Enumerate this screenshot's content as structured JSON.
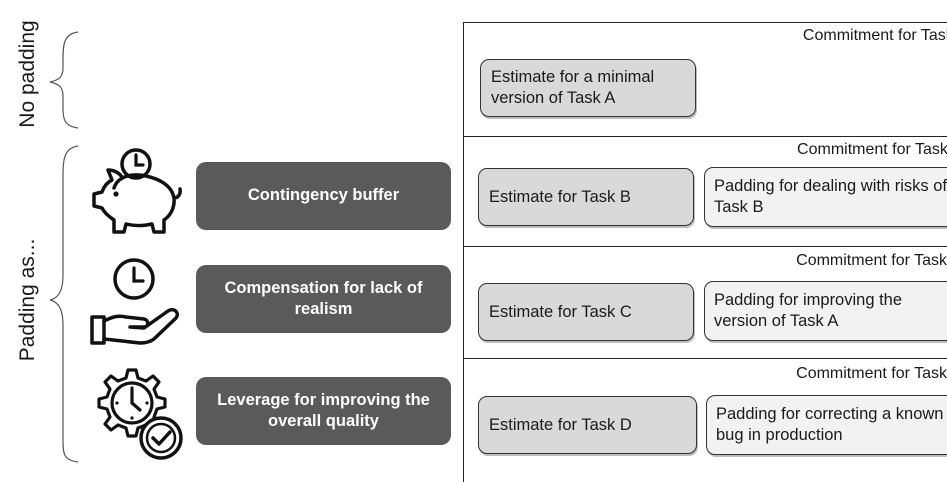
{
  "side_labels": {
    "no_padding": "No padding",
    "padding_as": "Padding as..."
  },
  "padding_kinds": [
    {
      "label": "Contingency buffer",
      "icon": "piggy-bank-clock-icon"
    },
    {
      "label": "Compensation for lack of realism",
      "icon": "hand-holding-clock-icon"
    },
    {
      "label": "Leverage for improving the overall quality",
      "icon": "gear-clock-check-icon"
    }
  ],
  "tasks": [
    {
      "commitment": "Commitment for Task A",
      "estimate": "Estimate for a minimal version of Task A",
      "padding": ""
    },
    {
      "commitment": "Commitment for Task B",
      "estimate": "Estimate for Task B",
      "padding": "Padding for dealing with risks of Task B"
    },
    {
      "commitment": "Commitment for Task C",
      "estimate": "Estimate for Task C",
      "padding": "Padding for improving the version of Task A"
    },
    {
      "commitment": "Commitment for Task D",
      "estimate": "Estimate for Task D",
      "padding": "Padding for correcting a known bug in production"
    }
  ],
  "colors": {
    "dark_box": "#5a5a5a",
    "estimate_fill": "#d9d9d9",
    "padding_fill": "#f2f2f2"
  }
}
